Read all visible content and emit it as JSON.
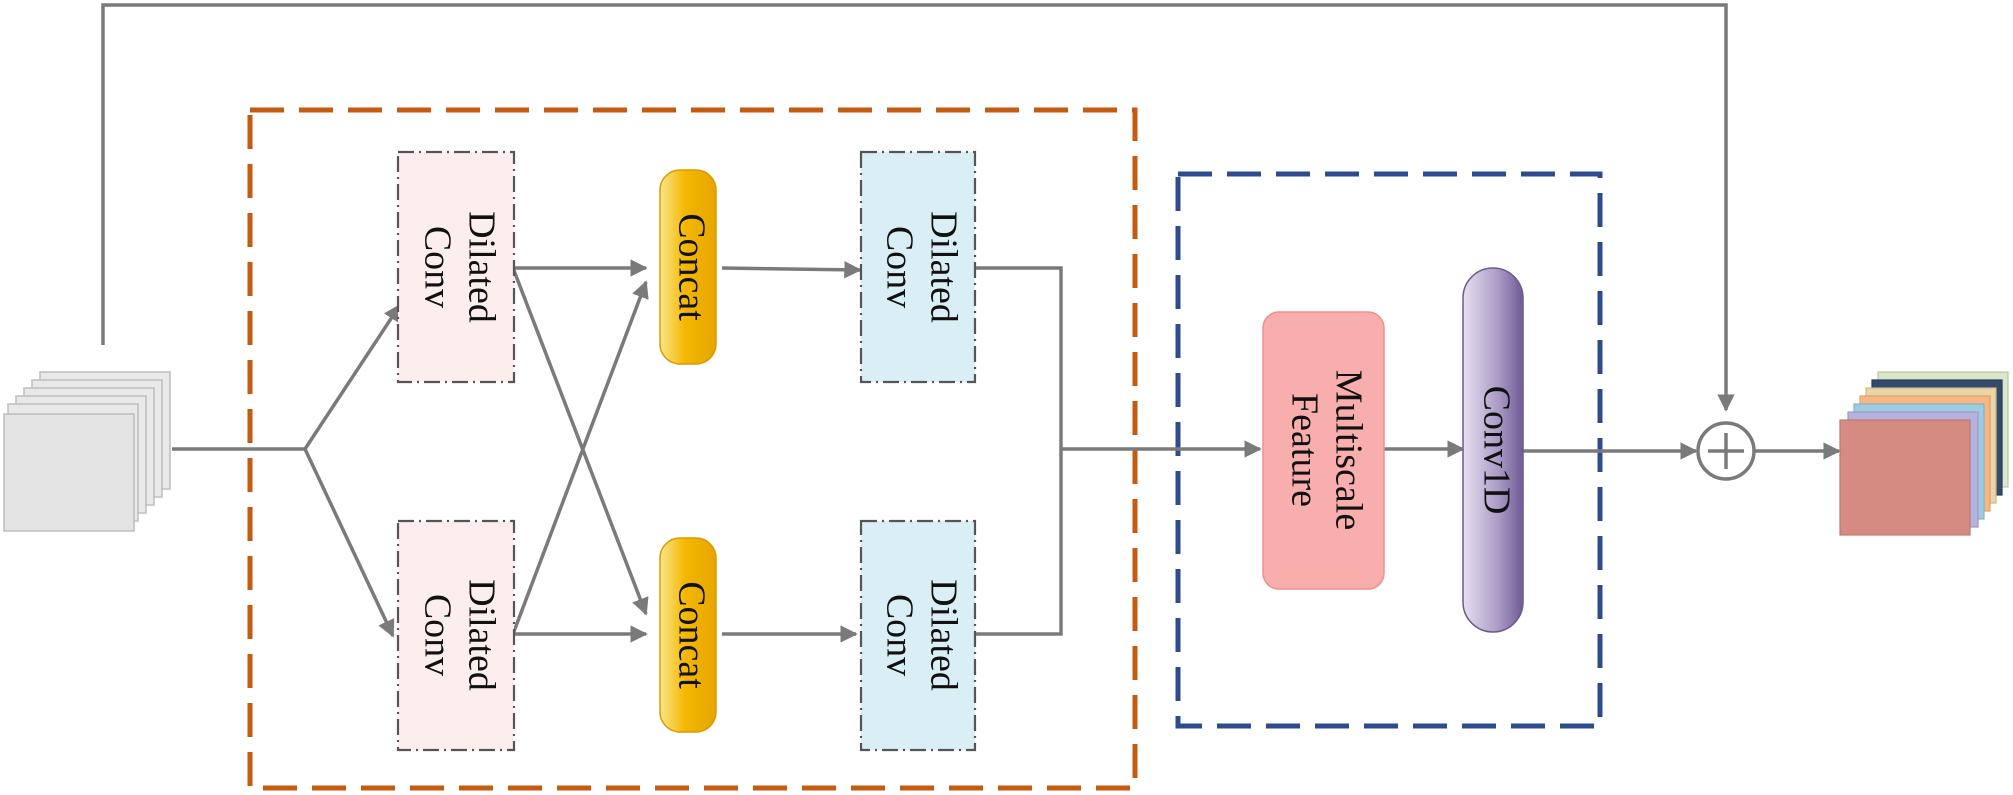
{
  "blocks": {
    "dilated_top_left": {
      "line1": "Dilated",
      "line2": "Conv"
    },
    "dilated_bottom_left": {
      "line1": "Dilated",
      "line2": "Conv"
    },
    "dilated_top_right": {
      "line1": "Dilated",
      "line2": "Conv"
    },
    "dilated_bottom_right": {
      "line1": "Dilated",
      "line2": "Conv"
    },
    "concat_top": {
      "label": "Concat"
    },
    "concat_bottom": {
      "label": "Concat"
    },
    "multiscale": {
      "line1": "Multiscale",
      "line2": "Feature"
    },
    "conv1d": {
      "label": "Conv1D"
    },
    "add_node": {
      "symbol": "+"
    }
  },
  "colors": {
    "orange_frame": "#c55a11",
    "blue_frame": "#2f4b8f",
    "arrow": "#7a7a7a",
    "dilated_left_fill": "#fdeeee",
    "dilated_right_fill": "#daeef5",
    "concat_fill": "#f2b600",
    "multiscale_fill": "#f9aeae",
    "conv1d_fill": "#8e7bb0"
  }
}
